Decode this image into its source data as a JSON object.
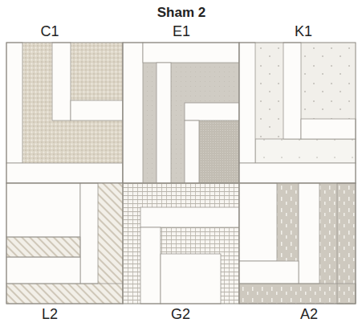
{
  "diagram": {
    "title": "Sham 2",
    "labels": [
      "C1",
      "E1",
      "K1",
      "L2",
      "G2",
      "A2"
    ]
  }
}
